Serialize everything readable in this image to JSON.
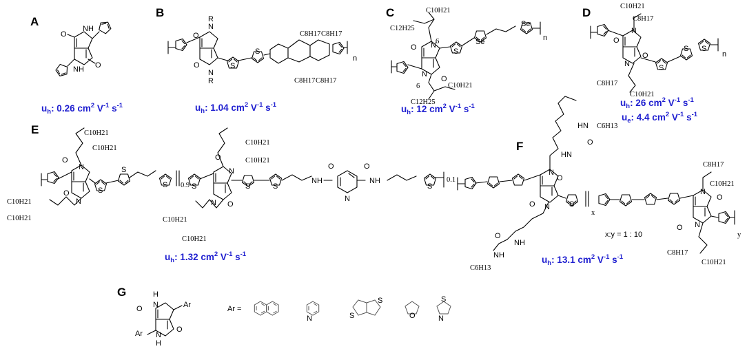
{
  "panels": {
    "A": {
      "label": "A",
      "mobility_prefix": "u",
      "mobility_sub": "h",
      "mobility_value": ": 0.26 cm",
      "unit_tail": " V",
      "unit_tail2": " s"
    },
    "B": {
      "label": "B",
      "mobility_prefix": "u",
      "mobility_sub": "h",
      "mobility_value": ": 1.04 cm",
      "unit_tail": " V",
      "unit_tail2": " s"
    },
    "C": {
      "label": "C",
      "mobility_prefix": "u",
      "mobility_sub": "h",
      "mobility_value": ": 12 cm",
      "unit_tail": " V",
      "unit_tail2": " s"
    },
    "D": {
      "label": "D",
      "mobility_prefix": "u",
      "mobility_sub": "h",
      "mobility_value": ": 26 cm",
      "unit_tail": " V",
      "unit_tail2": " s",
      "mobility2_prefix": "u",
      "mobility2_sub": "e",
      "mobility2_value": ": 4.4 cm"
    },
    "E": {
      "label": "E",
      "mobility_prefix": "u",
      "mobility_sub": "h",
      "mobility_value": ": 1.32 cm",
      "unit_tail": " V",
      "unit_tail2": " s"
    },
    "F": {
      "label": "F",
      "mobility_prefix": "u",
      "mobility_sub": "h",
      "mobility_value": ": 13.1 cm",
      "unit_tail": " V",
      "unit_tail2": " s",
      "ratio": "x:y = 1 : 10"
    },
    "G": {
      "label": "G",
      "ar_label": "Ar ="
    }
  },
  "superscripts": {
    "two": "2",
    "neg_one": "-1"
  },
  "atoms": {
    "N": "N",
    "H": "H",
    "O": "O",
    "S": "S",
    "R": "R",
    "Se": "Se",
    "NH": "NH",
    "HN": "HN",
    "Ar": "Ar",
    "C10H21": "C10H21",
    "C12H25": "C12H25",
    "C8H17": "C8H17",
    "C6H13": "C6H13",
    "n": "n",
    "x": "x",
    "y": "y",
    "six": "6",
    "zero_nine": "0.9",
    "zero_one": "0.1"
  },
  "colors": {
    "mobility": "#1f1fd0",
    "bonds": "#000000",
    "ar_rings": "#555555"
  }
}
